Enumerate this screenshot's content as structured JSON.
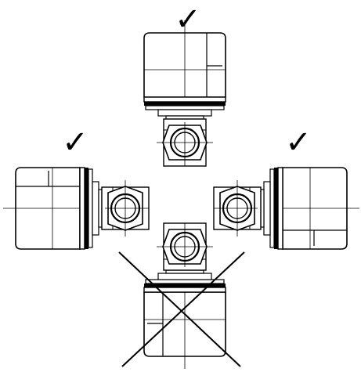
{
  "diagram": {
    "orientations": [
      {
        "position": "top",
        "allowed": true,
        "mark_glyph": "✓",
        "mark_color": "#000000"
      },
      {
        "position": "left",
        "allowed": true,
        "mark_glyph": "✓",
        "mark_color": "#000000"
      },
      {
        "position": "right",
        "allowed": true,
        "mark_glyph": "✓",
        "mark_color": "#000000"
      },
      {
        "position": "bottom",
        "allowed": false,
        "mark_glyph": "✗",
        "mark_color": "#000000"
      }
    ],
    "line_color": "#000000",
    "background": "#ffffff"
  }
}
